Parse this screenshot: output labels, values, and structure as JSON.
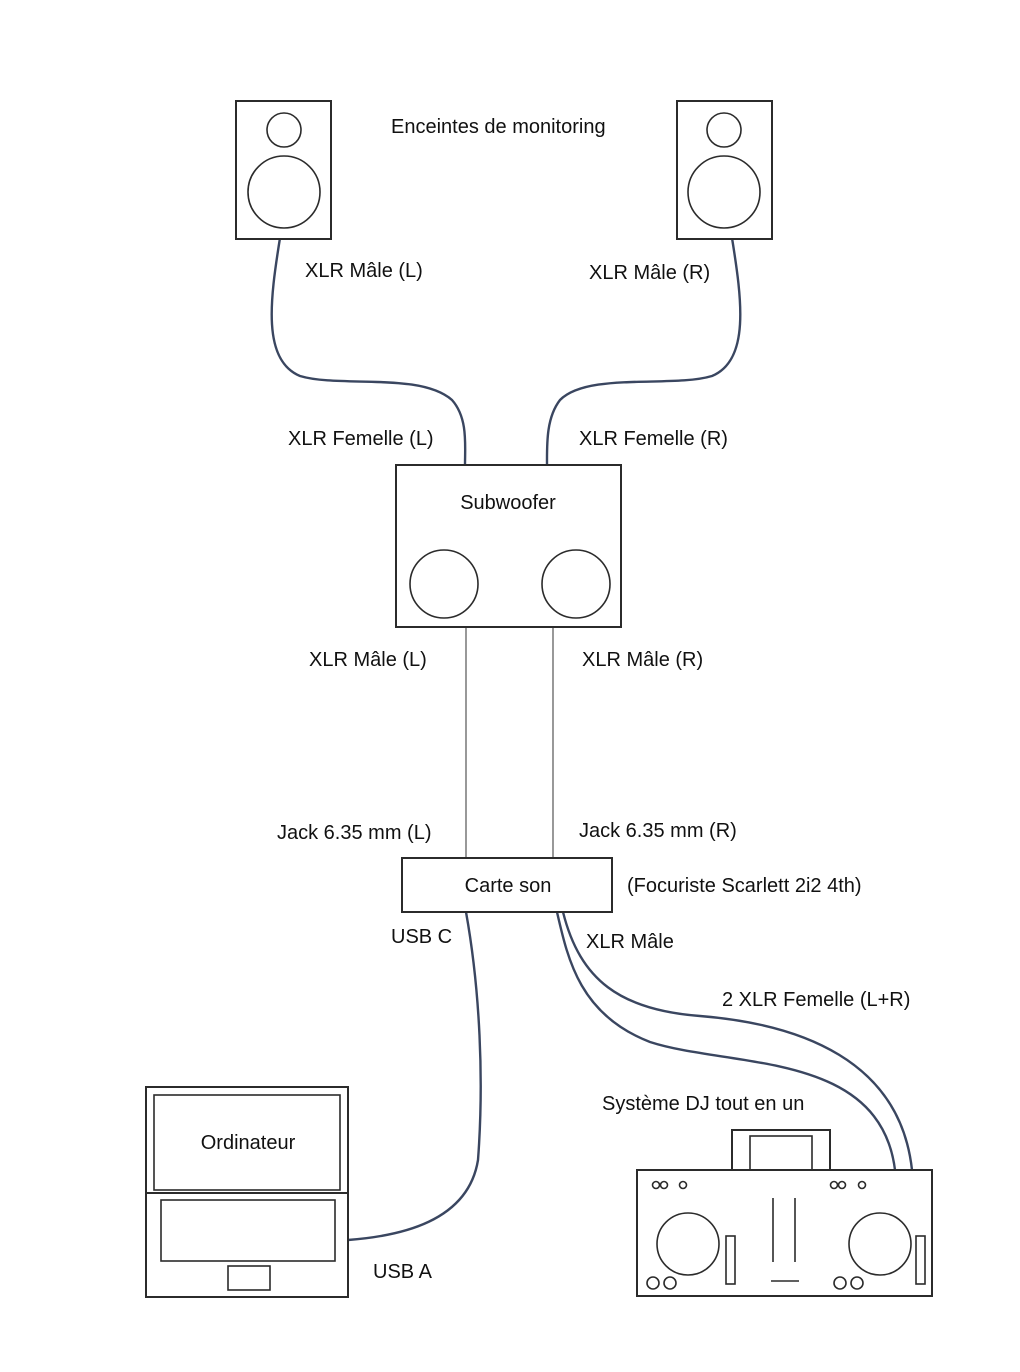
{
  "labels": {
    "monitors_title": "Enceintes de monitoring",
    "xlr_male_l_top": "XLR Mâle (L)",
    "xlr_male_r_top": "XLR Mâle (R)",
    "xlr_femelle_l": "XLR Femelle (L)",
    "xlr_femelle_r": "XLR Femelle (R)",
    "subwoofer": "Subwoofer",
    "xlr_male_l_sub": "XLR Mâle (L)",
    "xlr_male_r_sub": "XLR Mâle (R)",
    "jack_l": "Jack 6.35 mm (L)",
    "jack_r": "Jack 6.35 mm (R)",
    "carte_son": "Carte son",
    "carte_son_model": "(Focuriste Scarlett 2i2 4th)",
    "usb_c": "USB C",
    "xlr_male_card": "XLR Mâle",
    "xlr_femelle_lr": "2 XLR Femelle (L+R)",
    "dj_system": "Système DJ tout en un",
    "ordinateur": "Ordinateur",
    "usb_a": "USB A"
  },
  "colors": {
    "cable": "#3a4660",
    "outline": "#2b2b2b"
  }
}
